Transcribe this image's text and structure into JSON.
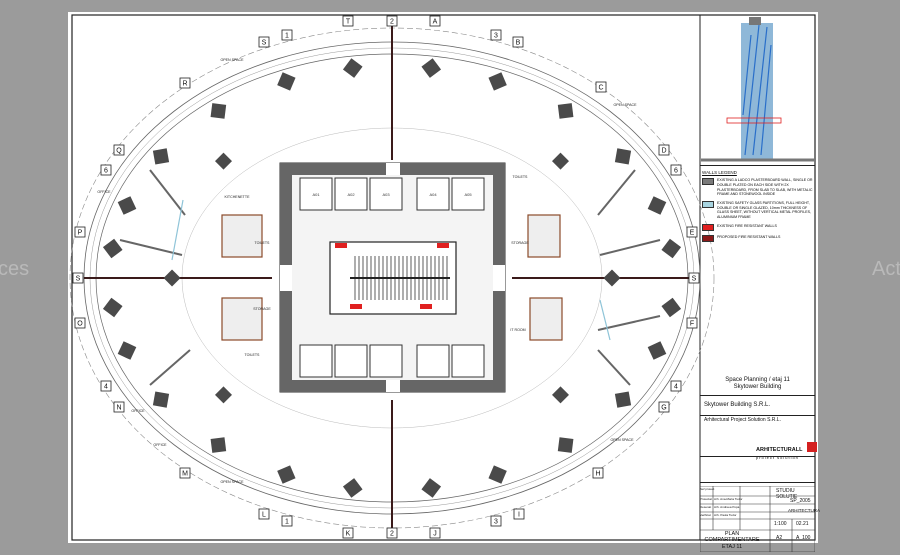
{
  "viewer": {
    "left_edge_text": "ces",
    "right_edge_text": "Act",
    "background": "#9b9b9b"
  },
  "plan": {
    "grid_labels": [
      "T",
      "2",
      "A",
      "S",
      "1",
      "3",
      "B",
      "R",
      "C",
      "Q",
      "6",
      "D",
      "6",
      "P",
      "E",
      "S",
      "S",
      "O",
      "F",
      "4",
      "4",
      "N",
      "G",
      "M",
      "H",
      "L",
      "1",
      "3",
      "I",
      "K",
      "2",
      "J"
    ],
    "room_labels": {
      "open_space": "OPEN SPACE",
      "office": "OFFICE",
      "kitchenette": "KITCHENETTE",
      "toilets": "TOILETS",
      "storage": "STORAGE",
      "it_room": "IT ROOM"
    },
    "elevators": [
      "A01",
      "A02",
      "A03",
      "A04",
      "A05"
    ],
    "colors": {
      "wall": "#5a5a5a",
      "fire_wall": "#e02020",
      "proposed_fire_wall": "#8b1a1a",
      "glass": "#8fc4d8"
    }
  },
  "legend": {
    "title": "WALLS LEGEND",
    "items": [
      {
        "text": "EXISTING A LADCO PLASTERBOARD WALL, SINGLE OR DOUBLE PLATED ON EACH SIDE WITH 2X PLASTERBOARD, FROM SLAB TO SLAB, WITH METALIC FRAME AND STONEWOOL INSIDE",
        "color": "#7a7a7a"
      },
      {
        "text": "EXISTING SAFETY GLASS PARTITIONS, FULL HEIGHT, DOUBLE OR SINGLE GLAZED, 10mm THICKNESS OF GLASS SHEET, WITHOUT VERTICAL METAL PROFILES, ALUMINIUM FRAME",
        "color": "#a8d4e0"
      },
      {
        "text": "EXISTING FIRE RESISTANT WALLS",
        "color": "#e02020"
      },
      {
        "text": "PROPOSED FIRE RESISTANT WALLS",
        "color": "#8b1a1a"
      }
    ]
  },
  "title_block": {
    "project_title": "Space Planning / etaj 11",
    "project_subtitle": "Skytower Building",
    "client": "Skytower Building S.R.L.",
    "designer": "Arhitectural Project Solution S.R.L.",
    "logo_text": "ARHITECTURALL",
    "logo_sub": "proiect solution",
    "phase": "STUDIU SOLUTIE",
    "project_no": "SP_2005",
    "specialty": "ARHITECTURA",
    "scale": "1:100",
    "date": "02.21",
    "sheet_format": "A2",
    "drawing_no": "A_100",
    "drawing_title": "PLAN COMPARTIMENTARE ETAJ 11",
    "roles": [
      "Sef proiect",
      "Proiectat",
      "Desenat",
      "Verificat"
    ],
    "names": [
      "Arh. Ana-Maria Tudor",
      "Arh. Andreea Popa",
      "Arh. Paula Tudor"
    ]
  }
}
